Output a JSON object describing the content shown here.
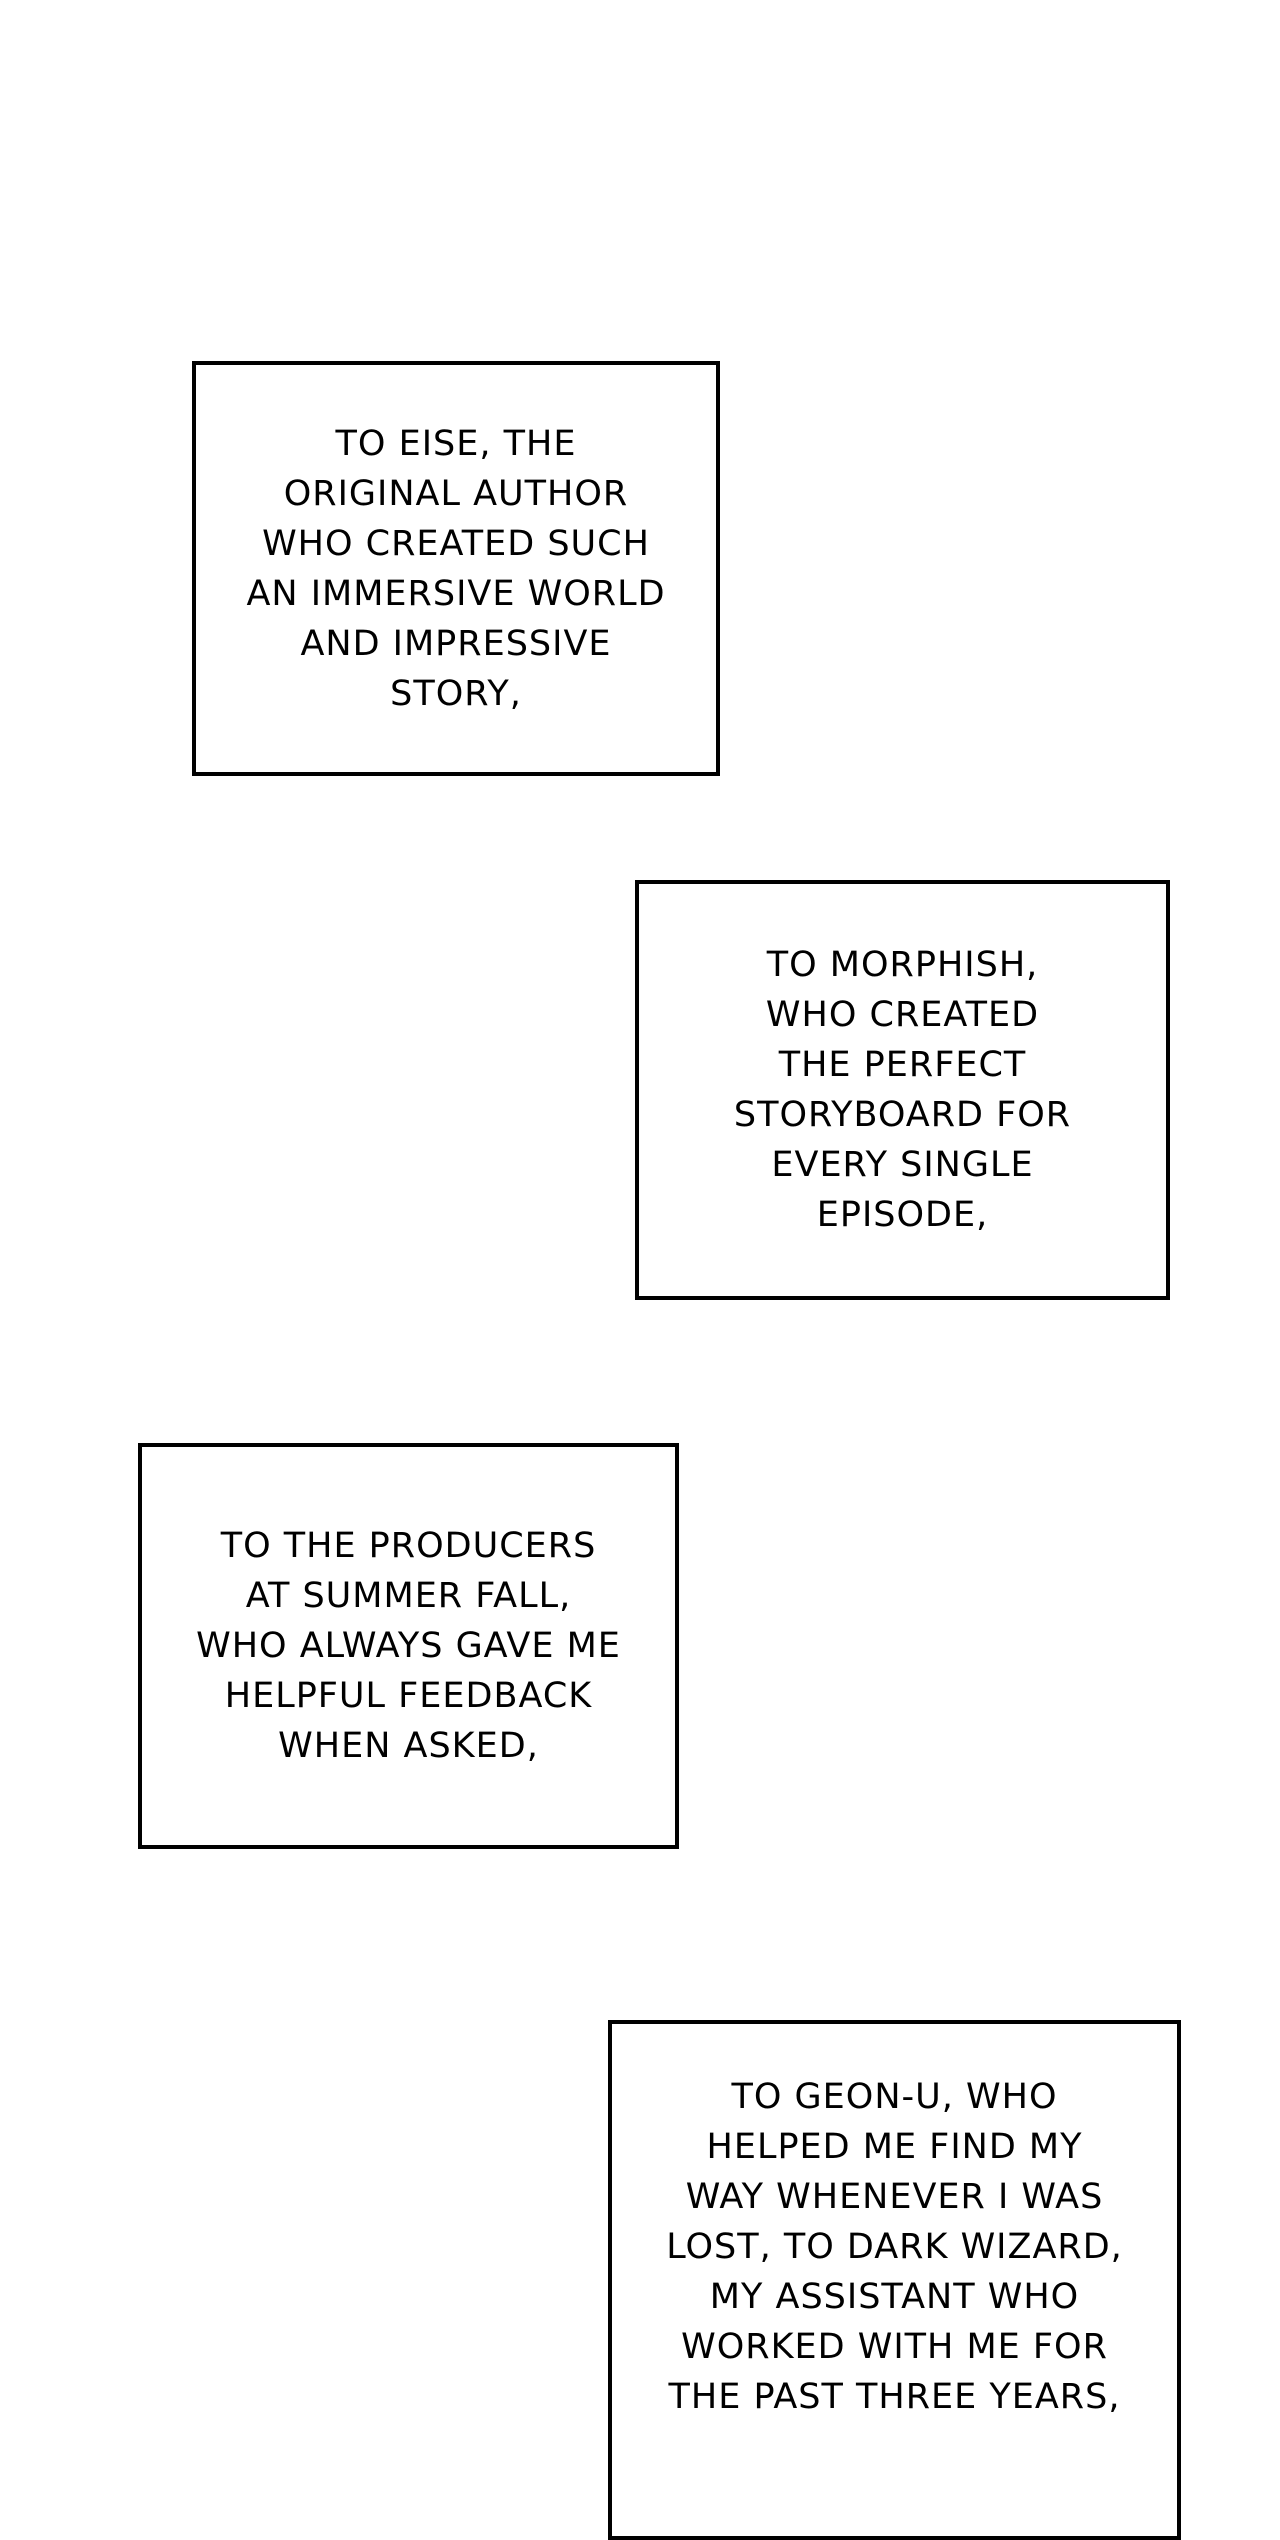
{
  "captions": [
    {
      "lines": [
        "To Eise, the",
        "original author",
        "who created such",
        "an immersive world",
        "and impressive",
        "story,"
      ]
    },
    {
      "lines": [
        "To Morphish,",
        "who created",
        "the perfect",
        "storyboard for",
        "every single",
        "episode,"
      ]
    },
    {
      "lines": [
        "To the producers",
        "at Summer Fall,",
        "who always gave me",
        "helpful feedback",
        "when asked,"
      ]
    },
    {
      "lines": [
        "To Geon-U, who",
        "helped me find my",
        "way whenever I was",
        "lost, to Dark Wizard,",
        "my assistant who",
        "worked with me for",
        "the past three years,"
      ]
    }
  ]
}
